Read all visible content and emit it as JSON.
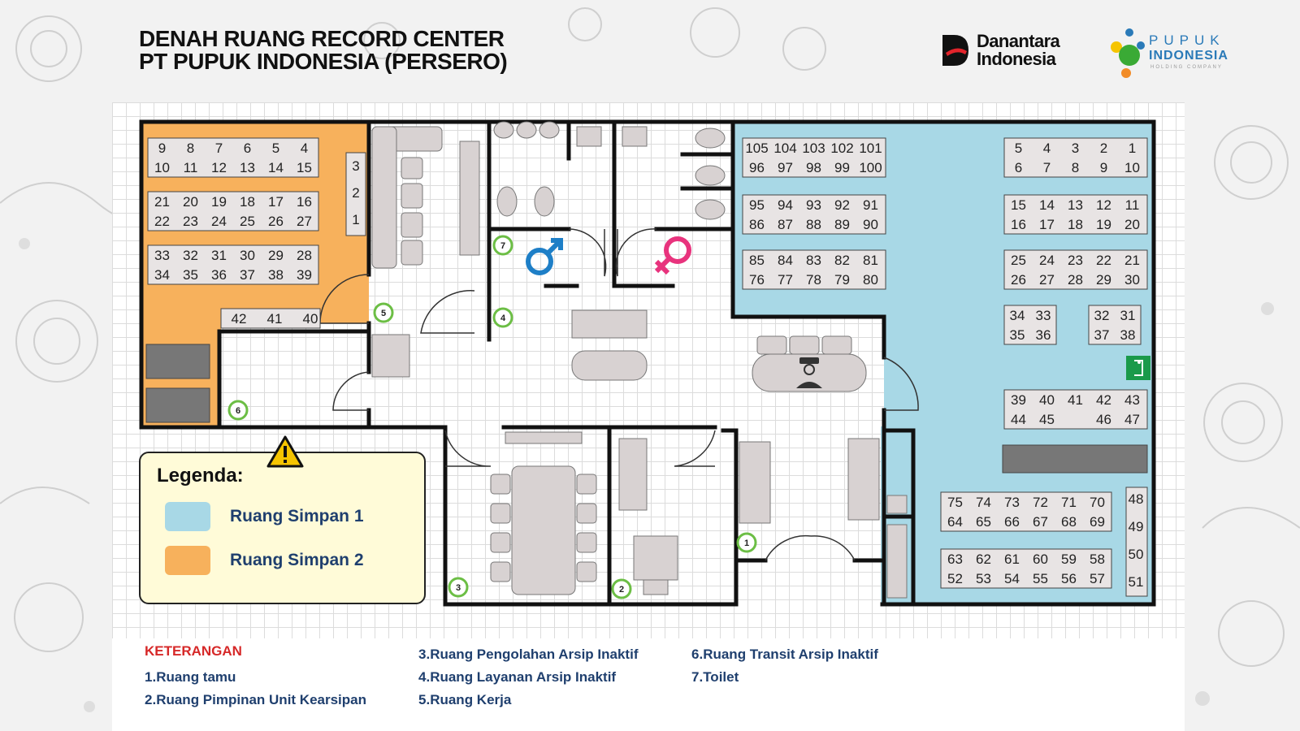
{
  "header": {
    "title_line1": "DENAH RUANG RECORD CENTER",
    "title_line2": "PT PUPUK INDONESIA (PERSERO)"
  },
  "logos": {
    "danantara_line1": "Danantara",
    "danantara_line2": "Indonesia",
    "pupuk_line1": "PUPUK",
    "pupuk_line2": "INDONESIA",
    "pupuk_line3": "HOLDING COMPANY"
  },
  "legend": {
    "title": "Legenda:",
    "items": [
      {
        "label": "Ruang Simpan 1",
        "color": "#a8d8e6"
      },
      {
        "label": "Ruang Simpan 2",
        "color": "#f7b15c"
      }
    ]
  },
  "keterangan": {
    "title": "KETERANGAN",
    "items": [
      {
        "num": "1.",
        "text": "Ruang tamu"
      },
      {
        "num": "2.",
        "text": "Ruang Pimpinan Unit Kearsipan"
      },
      {
        "num": "3.",
        "text": "Ruang Pengolahan Arsip Inaktif"
      },
      {
        "num": "4.",
        "text": "Ruang Layanan Arsip Inaktif"
      },
      {
        "num": "5.",
        "text": "Ruang Kerja"
      },
      {
        "num": "6.",
        "text": "Ruang Transit Arsip Inaktif"
      },
      {
        "num": "7.",
        "text": "Toilet"
      }
    ]
  },
  "room_markers": [
    "1",
    "2",
    "3",
    "4",
    "5",
    "6",
    "7"
  ],
  "racks": {
    "simpan2": [
      [
        "9",
        "8",
        "7",
        "6",
        "5",
        "4"
      ],
      [
        "10",
        "11",
        "12",
        "13",
        "14",
        "15"
      ],
      [
        "21",
        "20",
        "19",
        "18",
        "17",
        "16"
      ],
      [
        "22",
        "23",
        "24",
        "25",
        "26",
        "27"
      ],
      [
        "33",
        "32",
        "31",
        "30",
        "29",
        "28"
      ],
      [
        "34",
        "35",
        "36",
        "37",
        "38",
        "39"
      ],
      [
        "42",
        "41",
        "40"
      ],
      [
        "3",
        "2",
        "1"
      ]
    ],
    "simpan1_left": [
      [
        "105",
        "104",
        "103",
        "102",
        "101"
      ],
      [
        "96",
        "97",
        "98",
        "99",
        "100"
      ],
      [
        "95",
        "94",
        "93",
        "92",
        "91"
      ],
      [
        "86",
        "87",
        "88",
        "89",
        "90"
      ],
      [
        "85",
        "84",
        "83",
        "82",
        "81"
      ],
      [
        "76",
        "77",
        "78",
        "79",
        "80"
      ]
    ],
    "simpan1_right": [
      [
        "5",
        "4",
        "3",
        "2",
        "1"
      ],
      [
        "6",
        "7",
        "8",
        "9",
        "10"
      ],
      [
        "15",
        "14",
        "13",
        "12",
        "11"
      ],
      [
        "16",
        "17",
        "18",
        "19",
        "20"
      ],
      [
        "25",
        "24",
        "23",
        "22",
        "21"
      ],
      [
        "26",
        "27",
        "28",
        "29",
        "30"
      ],
      [
        "34",
        "33"
      ],
      [
        "35",
        "36"
      ],
      [
        "32",
        "31"
      ],
      [
        "37",
        "38"
      ],
      [
        "39",
        "40",
        "41",
        "42",
        "43"
      ],
      [
        "44",
        "45",
        "46",
        "47"
      ],
      [
        "75",
        "74",
        "73",
        "72",
        "71",
        "70"
      ],
      [
        "64",
        "65",
        "66",
        "67",
        "68",
        "69"
      ],
      [
        "63",
        "62",
        "61",
        "60",
        "59",
        "58"
      ],
      [
        "52",
        "53",
        "54",
        "55",
        "56",
        "57"
      ],
      [
        "48",
        "49",
        "50",
        "51"
      ]
    ]
  },
  "colors": {
    "simpan1": "#a8d8e6",
    "simpan2": "#f7b15c",
    "male": "#1e7fc7",
    "female": "#e8337d",
    "marker": "#6cbe45",
    "exit": "#1a9a4a",
    "warning": "#f5c400"
  },
  "icons": [
    "male-symbol-icon",
    "female-symbol-icon",
    "warning-icon",
    "emergency-exit-icon",
    "security-guard-icon"
  ]
}
